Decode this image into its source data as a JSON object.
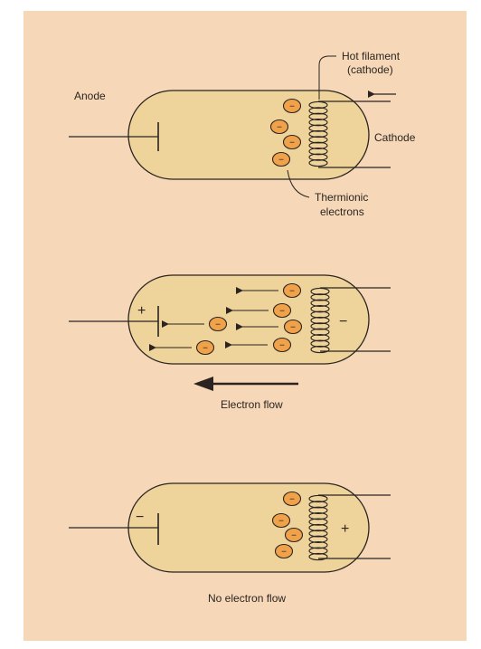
{
  "colors": {
    "panel": "#f6d8b8",
    "tube_fill": "#eed39a",
    "electron_fill": "#f0a24a",
    "line": "#2b2420"
  },
  "panel_top": {
    "anode_label": "Anode",
    "filament_label_line1": "Hot filament",
    "filament_label_line2": "(cathode)",
    "cathode_label": "Cathode",
    "thermionic_label_line1": "Thermionic",
    "thermionic_label_line2": "electrons",
    "electron_symbol": "−"
  },
  "panel_middle": {
    "anode_sign": "+",
    "cathode_sign": "−",
    "caption": "Electron flow",
    "electron_symbol": "−"
  },
  "panel_bottom": {
    "anode_sign": "−",
    "cathode_sign": "+",
    "caption": "No electron flow",
    "electron_symbol": "−"
  }
}
